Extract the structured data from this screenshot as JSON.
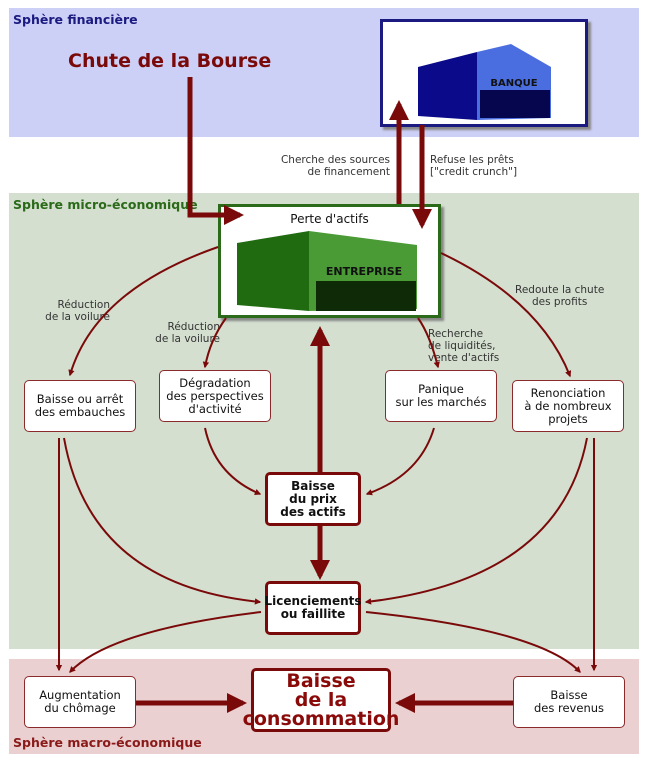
{
  "zones": {
    "financial": "Sphère financière",
    "micro": "Sphère micro-économique",
    "macro": "Sphère macro-économique"
  },
  "title": "Chute de la Bourse",
  "banque": {
    "label": "BANQUE"
  },
  "entreprise": {
    "title": "Perte d'actifs",
    "label": "ENTREPRISE"
  },
  "notes": {
    "cherche": "Cherche des sources\nde financement",
    "refuse": "Refuse les prêts\n[\"credit crunch\"]",
    "reduction1": "Réduction\nde la voilure",
    "reduction2": "Réduction\nde la voilure",
    "recherche": "Recherche\nde liquidités,\nvente d'actifs",
    "redoute": "Redoute la chute\ndes profits"
  },
  "boxes": {
    "embauches": "Baisse ou arrêt\ndes embauches",
    "degradation": "Dégradation\ndes perspectives\nd'activité",
    "panique": "Panique\nsur les marchés",
    "renonciation": "Renonciation\nà de nombreux\nprojets",
    "prix": "Baisse\ndu prix\ndes actifs",
    "licenciements": "Licenciements\nou faillite",
    "chomage": "Augmentation\ndu chômage",
    "consommation": "Baisse\nde la\nconsommation",
    "revenus": "Baisse\ndes revenus"
  },
  "colors": {
    "arrow": "#7a0a0a",
    "financial_bg": "#cccff6",
    "micro_bg": "#d4dfd0",
    "macro_bg": "#ebd0d1",
    "bank_dark": "#0a0a8a",
    "bank_light": "#4a6ee0",
    "firm_dark": "#206a10",
    "firm_light": "#4a9a36"
  }
}
